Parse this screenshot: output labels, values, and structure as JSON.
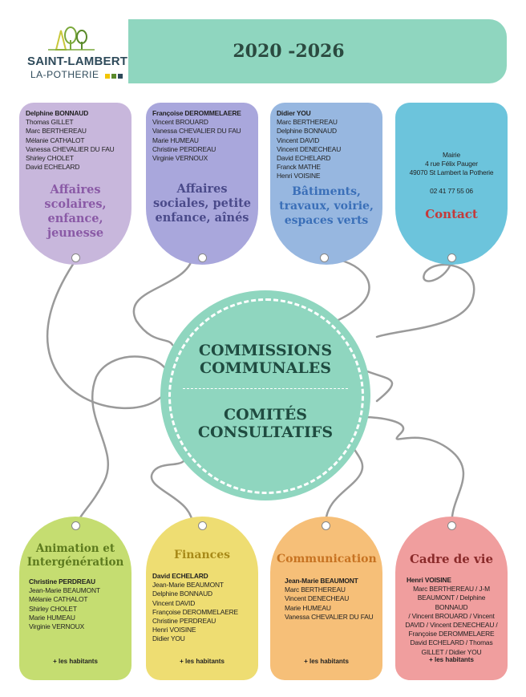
{
  "logo": {
    "name_line1": "SAINT-LAMBERT",
    "name_line2": "LA-POTHERIE",
    "colors": [
      "#f2c500",
      "#5a8a2a",
      "#2e4a5a"
    ]
  },
  "banner": {
    "years": "2020 -2026"
  },
  "center": {
    "line1": "COMMISSIONS",
    "line2": "COMMUNALES",
    "line3": "COMITÉS",
    "line4": "CONSULTATIFS"
  },
  "commissions_top": [
    {
      "lead": "Delphine BONNAUD",
      "members": [
        "Thomas GILLET",
        "Marc BERTHEREAU",
        "Mélanie CATHALOT",
        "Vanessa CHEVALIER DU FAU",
        "Shirley CHOLET",
        "David ECHELARD"
      ],
      "title": "Affaires scolaires, enfance, jeunesse",
      "color": "#c8b7dc",
      "title_color": "#8a5aa6"
    },
    {
      "lead": "Françoise DEROMMELAERE",
      "members": [
        "Vincent BROUARD",
        "Vanessa CHEVALIER DU FAU",
        "Marie HUMEAU",
        "Christine PERDREAU",
        "Virginie VERNOUX"
      ],
      "title": "Affaires sociales, petite enfance, aînés",
      "color": "#a9a7dc",
      "title_color": "#4a4a8a"
    },
    {
      "lead": "Didier YOU",
      "members": [
        "Marc BERTHEREAU",
        "Delphine BONNAUD",
        "Vincent DAVID",
        "Vincent DENECHEAU",
        "David ECHELARD",
        "Franck MATHE",
        "Henri VOISINE"
      ],
      "title": "Bâtiments, travaux, voirie, espaces verts",
      "color": "#97b7e0",
      "title_color": "#3a6fb8"
    },
    {
      "lead": "",
      "members": [
        "Mairie",
        "4 rue Félix Pauger",
        "49070 St Lambert la Potherie",
        "",
        "02 41 77 55 06"
      ],
      "title": "Contact",
      "color": "#6cc4dc",
      "title_color": "#c43a3a"
    }
  ],
  "commissions_bottom": [
    {
      "title": "Animation et Intergénération",
      "lead": "Christine PERDREAU",
      "members": [
        "Jean-Marie BEAUMONT",
        "Mélanie CATHALOT",
        "Shirley CHOLET",
        "Marie HUMEAU",
        "Virginie VERNOUX"
      ],
      "footer": "+ les habitants",
      "color": "#c5dd71",
      "title_color": "#5d7a1e"
    },
    {
      "title": "Finances",
      "lead": "David ECHELARD",
      "members": [
        "Jean-Marie BEAUMONT",
        "Delphine BONNAUD",
        "Vincent DAVID",
        "Françoise DEROMMELAERE",
        "Christine PERDREAU",
        "Henri VOISINE",
        "Didier YOU"
      ],
      "footer": "+ les habitants",
      "color": "#eedd72",
      "title_color": "#a88a18"
    },
    {
      "title": "Communication",
      "lead": "Jean-Marie BEAUMONT",
      "members": [
        "Marc BERTHEREAU",
        "Vincent DENECHEAU",
        "Marie HUMEAU",
        "Vanessa CHEVALIER DU FAU"
      ],
      "footer": "+ les habitants",
      "color": "#f6bf78",
      "title_color": "#c77322"
    },
    {
      "title": "Cadre de vie",
      "lead": "Henri VOISINE",
      "members": [
        "Marc BERTHEREAU / J-M",
        "BEAUMONT / Delphine BONNAUD",
        "/ Vincent BROUARD / Vincent",
        "DAVID / Vincent DENECHEAU /",
        "Françoise DEROMMELAERE",
        "David ECHELARD / Thomas",
        "GILLET / Didier YOU"
      ],
      "footer": "+ les habitants",
      "color": "#f09e9e",
      "title_color": "#8a2a2a"
    }
  ]
}
